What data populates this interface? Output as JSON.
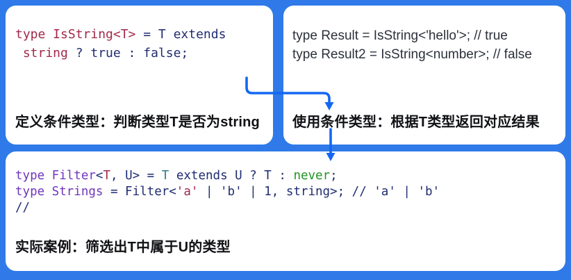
{
  "colors": {
    "background": "#2F7AE8",
    "arrow": "#1467F2",
    "panel": "#FFFFFF",
    "tok_red": "#A1294A",
    "tok_navy": "#202C72",
    "tok_purple": "#7136BD",
    "tok_teal": "#2A7F82",
    "tok_green": "#1F9320",
    "tok_plain": "#2B303B",
    "caption": "#101114"
  },
  "panels": {
    "definition": {
      "code": [
        [
          {
            "t": "type IsString<T>",
            "c": "red"
          },
          {
            "t": " = T extends",
            "c": "navy"
          }
        ],
        [
          {
            "t": " string",
            "c": "red"
          },
          {
            "t": " ? true : false;",
            "c": "navy"
          }
        ]
      ],
      "caption": "定义条件类型：判断类型T是否为string"
    },
    "usage": {
      "code": [
        [
          {
            "t": "type Result = IsString<'hello'>; // true",
            "c": "plain"
          }
        ],
        [
          {
            "t": "type Result2 = IsString<number>; // false",
            "c": "plain"
          }
        ]
      ],
      "caption": "使用条件类型：根据T类型返回对应结果"
    },
    "example": {
      "code": [
        [
          {
            "t": "type Filter",
            "c": "purple"
          },
          {
            "t": "<",
            "c": "navy"
          },
          {
            "t": "T",
            "c": "red"
          },
          {
            "t": ", U> = ",
            "c": "navy"
          },
          {
            "t": "T",
            "c": "teal"
          },
          {
            "t": " extends U ? T : ",
            "c": "navy"
          },
          {
            "t": "never",
            "c": "green"
          },
          {
            "t": ";",
            "c": "navy"
          }
        ],
        [
          {
            "t": "type Strings",
            "c": "purple"
          },
          {
            "t": " = Filter<",
            "c": "navy"
          },
          {
            "t": "'a'",
            "c": "red"
          },
          {
            "t": " | 'b' | 1, string>; // 'a' | 'b'",
            "c": "navy"
          }
        ],
        [
          {
            "t": "//",
            "c": "navy"
          }
        ]
      ],
      "caption": "实际案例：筛选出T中属于U的类型"
    }
  }
}
